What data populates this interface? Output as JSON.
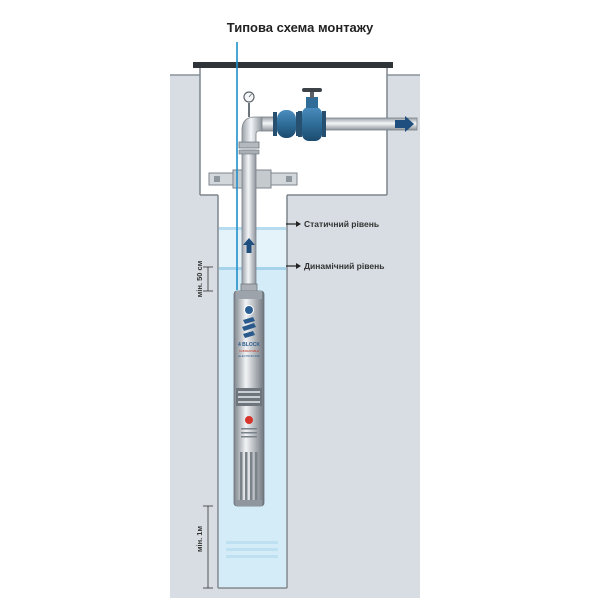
{
  "title": "Типова схема монтажу",
  "labels": {
    "static_level": "Статичний рівень",
    "dynamic_level": "Динамічний рівень",
    "min_50cm": "мін. 50 см",
    "min_1m": "мін. 1м"
  },
  "pump": {
    "brand": "4 BLOCK",
    "sub1": "SUBMERSIBLE",
    "sub2": "ELECTROPUMP"
  },
  "colors": {
    "ground": "#d7dde2",
    "well_walls": "#ffffff",
    "water": "#d8eef8",
    "water_surface": "#a6d2ea",
    "pipe": "#c8ccd0",
    "valve": "#2f6d98",
    "arrow": "#1f4f7f",
    "cable": "#1f8fc9"
  }
}
